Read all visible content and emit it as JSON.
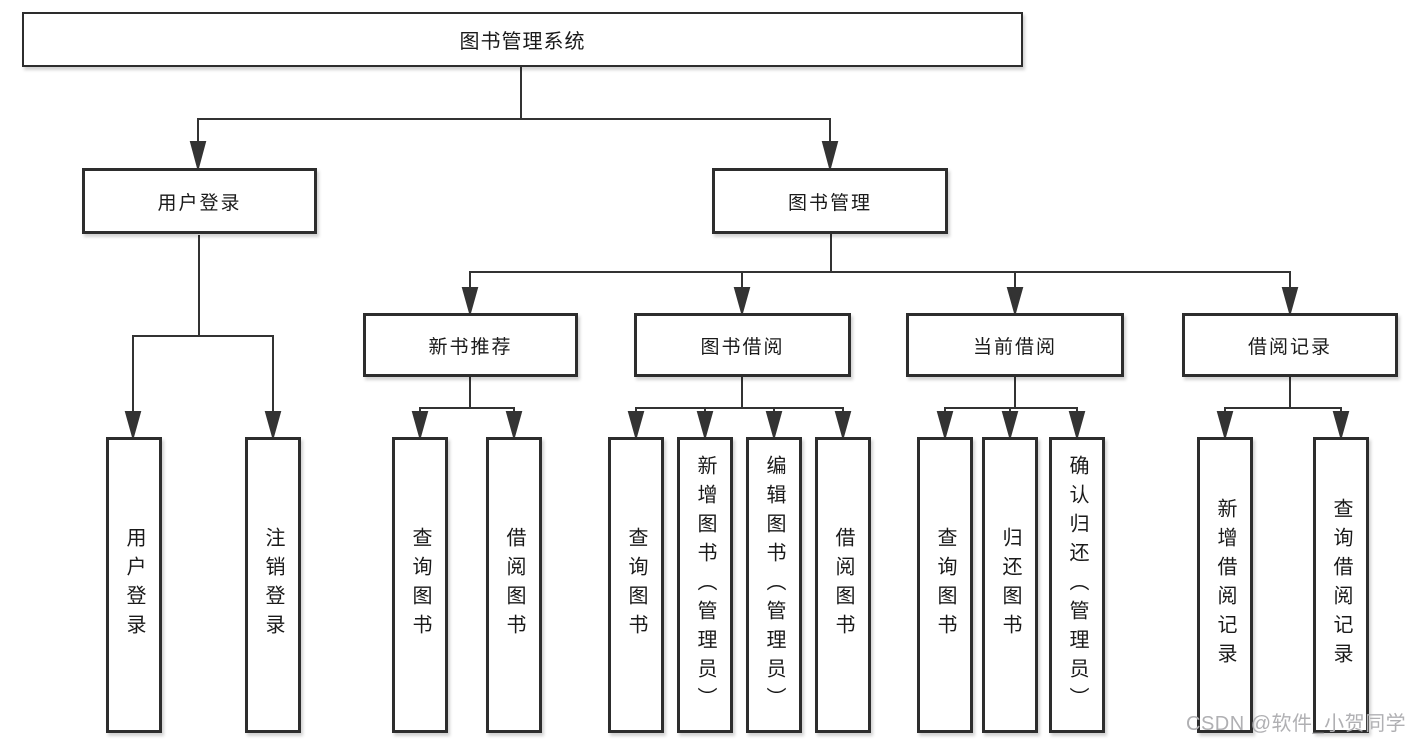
{
  "colors": {
    "line": "#333333",
    "box_border": "#2d2d2d",
    "box_fill": "#ffffff",
    "text": "#1a1a1a",
    "watermark": "#b0b0b3",
    "background": "#ffffff"
  },
  "watermark": {
    "text": "CSDN @软件_小贺同学"
  },
  "tree": {
    "root": {
      "label": "图书管理系统"
    },
    "branches": [
      {
        "label": "用户登录",
        "children": [
          {
            "label": "用户登录"
          },
          {
            "label": "注销登录"
          }
        ]
      },
      {
        "label": "图书管理",
        "children": [
          {
            "label": "新书推荐",
            "children": [
              {
                "label": "查询图书"
              },
              {
                "label": "借阅图书"
              }
            ]
          },
          {
            "label": "图书借阅",
            "children": [
              {
                "label": "查询图书"
              },
              {
                "label": "新增图书（管理员）"
              },
              {
                "label": "编辑图书（管理员）"
              },
              {
                "label": "借阅图书"
              }
            ]
          },
          {
            "label": "当前借阅",
            "children": [
              {
                "label": "查询图书"
              },
              {
                "label": "归还图书"
              },
              {
                "label": "确认归还（管理员）"
              }
            ]
          },
          {
            "label": "借阅记录",
            "children": [
              {
                "label": "新增借阅记录"
              },
              {
                "label": "查询借阅记录"
              }
            ]
          }
        ]
      }
    ]
  }
}
